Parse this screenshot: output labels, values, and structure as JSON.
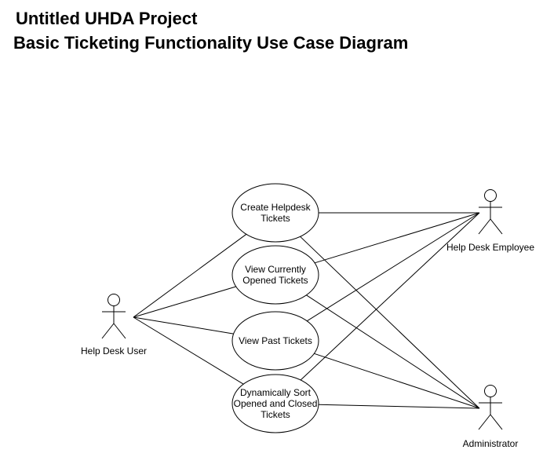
{
  "header": {
    "project_title": "Untitled UHDA Project",
    "diagram_title": "Basic Ticketing Functionality Use Case Diagram"
  },
  "actors": {
    "help_desk_user": {
      "label": "Help Desk User"
    },
    "help_desk_employee": {
      "label": "Help Desk Employee"
    },
    "administrator": {
      "label": "Administrator"
    }
  },
  "use_cases": [
    {
      "id": "create",
      "lines": [
        "Create Helpdesk",
        "Tickets"
      ]
    },
    {
      "id": "view_open",
      "lines": [
        "View Currently",
        "Opened Tickets"
      ]
    },
    {
      "id": "view_past",
      "lines": [
        "View Past Tickets"
      ]
    },
    {
      "id": "sort",
      "lines": [
        "Dynamically Sort",
        "Opened and Closed",
        "Tickets"
      ]
    }
  ],
  "associations": [
    {
      "actor": "help_desk_user",
      "use_case": "create"
    },
    {
      "actor": "help_desk_user",
      "use_case": "view_open"
    },
    {
      "actor": "help_desk_user",
      "use_case": "view_past"
    },
    {
      "actor": "help_desk_user",
      "use_case": "sort"
    },
    {
      "actor": "help_desk_employee",
      "use_case": "create"
    },
    {
      "actor": "help_desk_employee",
      "use_case": "view_open"
    },
    {
      "actor": "help_desk_employee",
      "use_case": "view_past"
    },
    {
      "actor": "help_desk_employee",
      "use_case": "sort"
    },
    {
      "actor": "administrator",
      "use_case": "create"
    },
    {
      "actor": "administrator",
      "use_case": "view_open"
    },
    {
      "actor": "administrator",
      "use_case": "view_past"
    },
    {
      "actor": "administrator",
      "use_case": "sort"
    }
  ]
}
